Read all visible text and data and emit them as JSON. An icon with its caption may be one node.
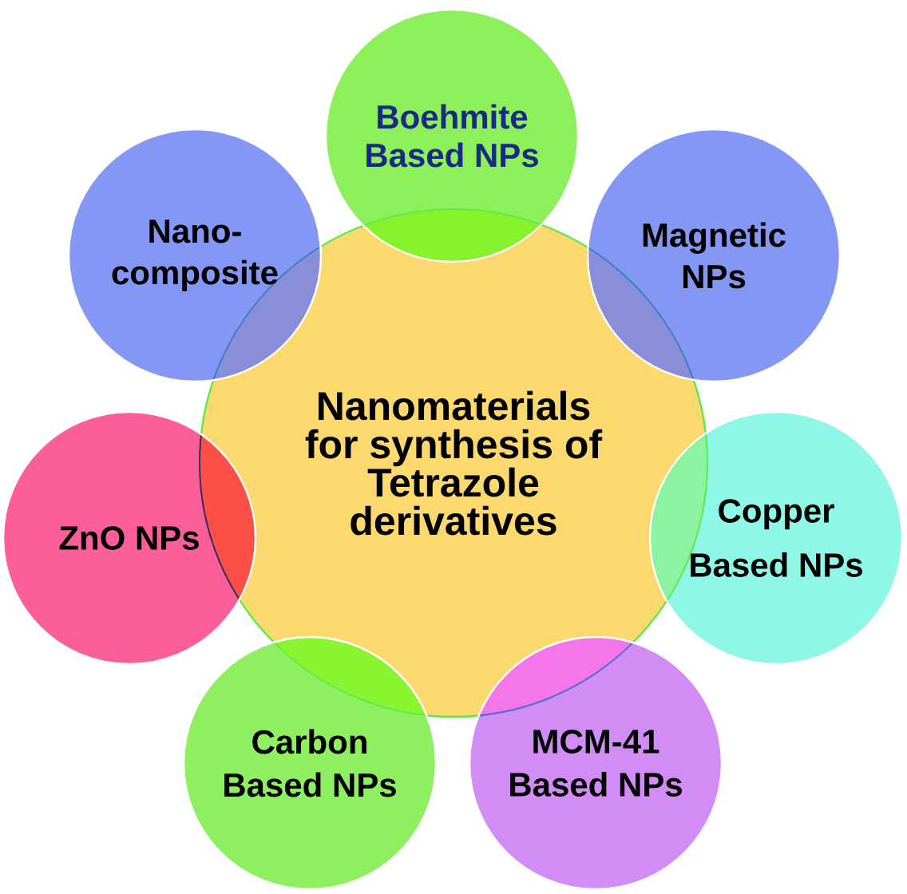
{
  "diagram": {
    "nodes": [
      {
        "text": [
          "Nanomaterials for synthesis of Tetrazole derivatives"
        ]
      },
      {
        "text": [
          "Boehmite Based NPs"
        ]
      },
      {
        "text": [
          "Magnetic NPs"
        ]
      },
      {
        "text": [
          "Copper Based NPs"
        ]
      },
      {
        "text": [
          "MCM-41 Based NPs"
        ]
      },
      {
        "text": [
          "Carbon Based NPs"
        ]
      },
      {
        "text": [
          "ZnO NPs"
        ]
      },
      {
        "text": [
          "Nano-composite"
        ]
      }
    ]
  }
}
